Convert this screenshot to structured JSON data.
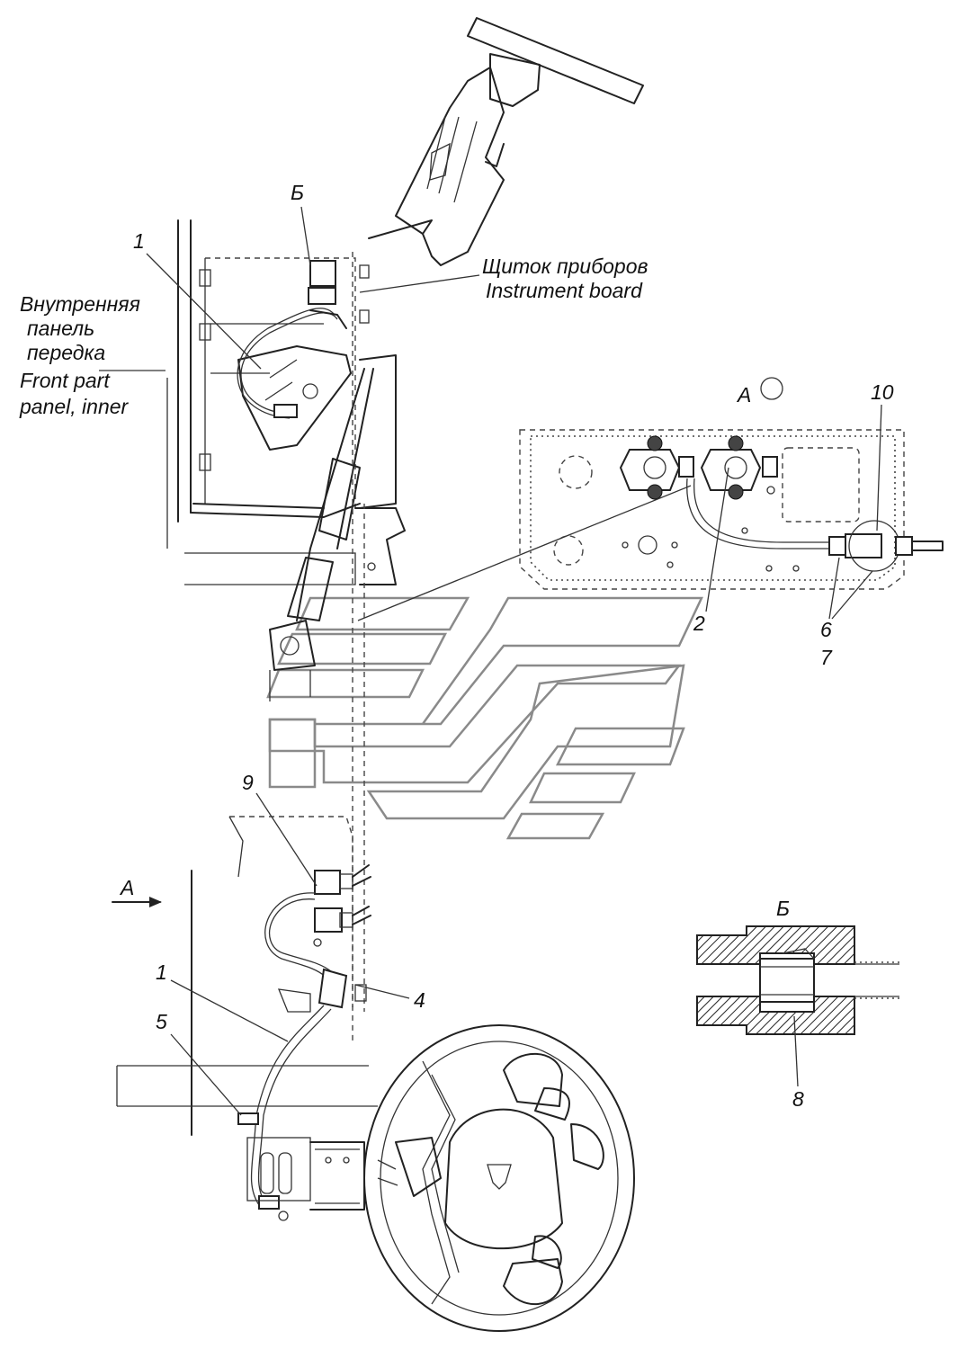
{
  "labels": {
    "view_b_top": "Б",
    "instrument_board_ru": "Щиток приборов",
    "instrument_board_en": "Instrument board",
    "front_panel_ru_1": "Внутренняя",
    "front_panel_ru_2": "панель",
    "front_panel_ru_3": "передка",
    "front_panel_en_1": "Front part",
    "front_panel_en_2": "panel, inner",
    "view_a_title": "А",
    "view_a_arrow": "А",
    "section_b_title": "Б"
  },
  "callouts": {
    "c1_top": "1",
    "c10": "10",
    "c2": "2",
    "c6": "6",
    "c7": "7",
    "c9": "9",
    "c1_bottom": "1",
    "c4": "4",
    "c5": "5",
    "c8": "8"
  }
}
